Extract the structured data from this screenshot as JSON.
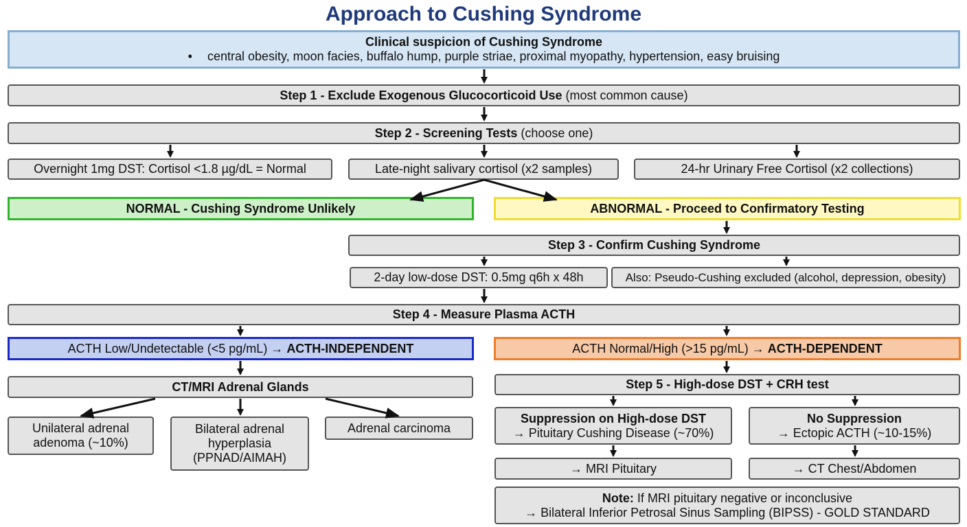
{
  "title": "Approach to Cushing Syndrome",
  "clinical": {
    "heading": "Clinical suspicion of Cushing Syndrome",
    "bullet": "•",
    "signs": "central obesity, moon facies, buffalo hump, purple striae, proximal myopathy, hypertension, easy bruising"
  },
  "step1": {
    "bold": "Step 1 - Exclude Exogenous Glucocorticoid Use",
    "note": " (most common cause)"
  },
  "step2": {
    "bold": "Step 2 - Screening Tests",
    "note": " (choose one)"
  },
  "screening": {
    "dst": "Overnight 1mg DST: Cortisol <1.8 µg/dL = Normal",
    "salivary": "Late-night salivary cortisol (x2 samples)",
    "urinary": "24-hr Urinary Free Cortisol (x2 collections)"
  },
  "normal": "NORMAL - Cushing Syndrome Unlikely",
  "abnormal": "ABNORMAL - Proceed to Confirmatory Testing",
  "step3": "Step 3 - Confirm Cushing Syndrome",
  "confirm": {
    "lowdose": "2-day low-dose DST: 0.5mg q6h x 48h",
    "pseudo": "Also: Pseudo-Cushing excluded (alcohol, depression, obesity)"
  },
  "step4": "Step 4 - Measure Plasma ACTH",
  "acth_low": {
    "text": "ACTH Low/Undetectable (<5 pg/mL) → ",
    "bold": "ACTH-INDEPENDENT"
  },
  "acth_high": {
    "text": "ACTH Normal/High (>15 pg/mL) → ",
    "bold": "ACTH-DEPENDENT"
  },
  "ct_adrenal": "CT/MRI Adrenal Glands",
  "adrenal": {
    "adenoma_1": "Unilateral adrenal",
    "adenoma_2": "adenoma (~10%)",
    "hyper_1": "Bilateral adrenal",
    "hyper_2": "hyperplasia",
    "hyper_3": "(PPNAD/AIMAH)",
    "carcinoma": "Adrenal carcinoma"
  },
  "step5": "Step 5 - High-dose DST + CRH test",
  "suppression": {
    "heading": "Suppression on High-dose DST",
    "result": "→ Pituitary Cushing Disease (~70%)"
  },
  "no_suppression": {
    "heading": "No Suppression",
    "result": "→ Ectopic ACTH (~10-15%)"
  },
  "mri_pituitary": "→ MRI Pituitary",
  "ct_chest": "→ CT Chest/Abdomen",
  "note": {
    "label": "Note:",
    "line1": " If MRI pituitary negative or inconclusive",
    "line2": "→ Bilateral Inferior Petrosal Sinus Sampling (BIPSS) - GOLD STANDARD"
  },
  "colors": {
    "title": "#1f3a7a",
    "gray_box": "#e4e4e4",
    "clinical_fill": "#d6e6f5",
    "normal_border": "#2fb52a",
    "abnormal_border": "#f0dc32",
    "independent_border": "#1829c6",
    "dependent_border": "#ef7d2a"
  }
}
